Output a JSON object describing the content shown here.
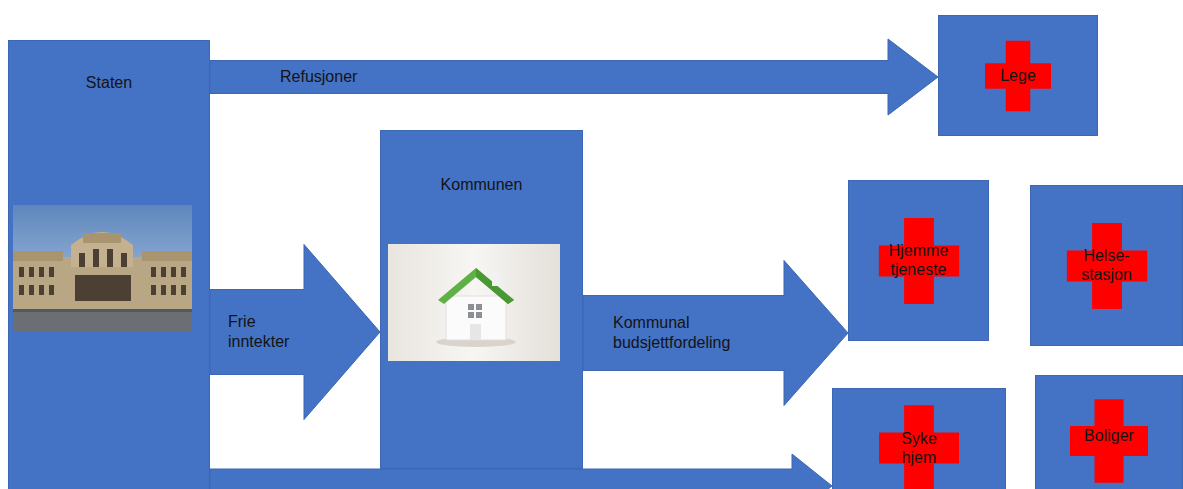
{
  "diagram": {
    "nodes": [
      {
        "text": [
          "Staten"
        ]
      },
      {
        "text": [
          "Kommunen"
        ]
      },
      {
        "text": [
          "Lege"
        ]
      },
      {
        "text": [
          "Hjemme tjeneste"
        ]
      },
      {
        "text": [
          "Helse- stasjon"
        ]
      },
      {
        "text": [
          "Syke hjem"
        ]
      },
      {
        "text": [
          "Boliger"
        ]
      }
    ],
    "edges": [
      {
        "from": 0,
        "to": 2,
        "label": "Refusjoner",
        "arrow": "to"
      },
      {
        "from": 0,
        "to": 1,
        "label": "Frie inntekter",
        "arrow": "to"
      },
      {
        "from": 1,
        "to": 3,
        "label": "Kommunal budsjettfordeling",
        "arrow": "to"
      },
      {
        "from": 0,
        "to": 5,
        "arrow": "to"
      }
    ]
  }
}
